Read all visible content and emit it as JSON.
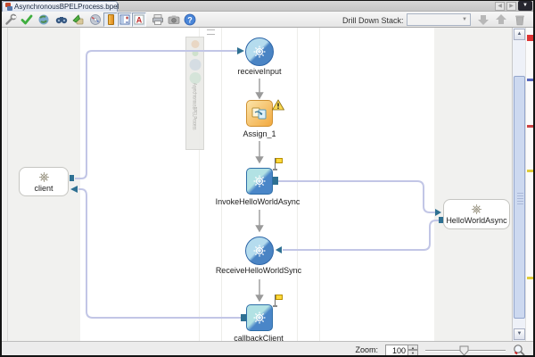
{
  "tab": {
    "title": "AsynchronousBPELProcess.bpel"
  },
  "toolbar": {
    "drill_down_label": "Drill Down Stack:",
    "icons": [
      "wrench-icon",
      "validate-check-icon",
      "globe-icon",
      "binoculars-icon",
      "make-icon",
      "disc-icon",
      "toggle-source-icon",
      "toggle-design-icon",
      "toggle-history-icon",
      "printer-icon",
      "camera-icon",
      "help-icon",
      "drill-down-icon",
      "drill-up-icon",
      "trash-icon"
    ]
  },
  "diagram": {
    "process_label": "AsynchronousBPELProcess",
    "nodes": [
      {
        "label": "receiveInput",
        "type": "receive"
      },
      {
        "label": "Assign_1",
        "type": "assign",
        "warning": true
      },
      {
        "label": "InvokeHelloWorldAsync",
        "type": "invoke",
        "flag": true
      },
      {
        "label": "ReceiveHelloWorldSync",
        "type": "receive"
      },
      {
        "label": "callbackClient",
        "type": "invoke",
        "flag": true
      }
    ],
    "partner_links": [
      {
        "label": "client",
        "side": "left"
      },
      {
        "label": "HelloWorldAsync",
        "side": "right"
      }
    ],
    "colors": {
      "connector": "#c2c6e6",
      "arrowhead": "#2e7092",
      "node_blue": "#4a86c8",
      "assign_orange": "#f2a93f"
    }
  },
  "statusbar": {
    "zoom_label": "Zoom:",
    "zoom_value": "100"
  }
}
